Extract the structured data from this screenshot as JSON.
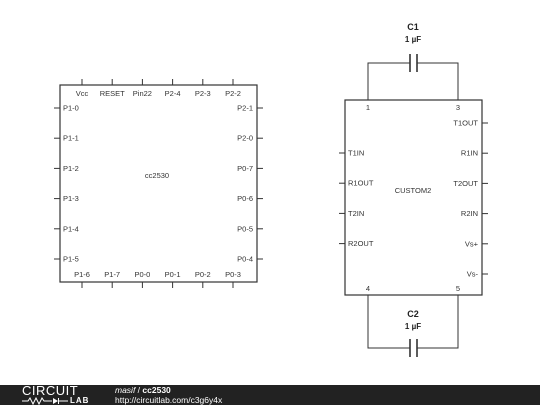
{
  "cc2530": {
    "name": "cc2530",
    "top_pins": [
      "Vcc",
      "RESET",
      "Pin22",
      "P2-4",
      "P2-3",
      "P2-2"
    ],
    "left_pins": [
      "P1-0",
      "P1-1",
      "P1-2",
      "P1-3",
      "P1-4",
      "P1-5"
    ],
    "right_pins": [
      "P2-1",
      "P2-0",
      "P0-7",
      "P0-6",
      "P0-5",
      "P0-4"
    ],
    "bottom_pins": [
      "P1-6",
      "P1-7",
      "P0-0",
      "P0-1",
      "P0-2",
      "P0-3"
    ]
  },
  "custom2": {
    "name": "CUSTOM2",
    "top_pins": [
      "1",
      "3"
    ],
    "bottom_pins": [
      "4",
      "5"
    ],
    "left_pins": [
      "T1IN",
      "R1OUT",
      "T2IN",
      "R2OUT"
    ],
    "right_pins": [
      "T1OUT",
      "R1IN",
      "T2OUT",
      "R2IN",
      "Vs+",
      "Vs-"
    ]
  },
  "c1": {
    "ref": "C1",
    "value": "1 µF"
  },
  "c2": {
    "ref": "C2",
    "value": "1 µF"
  },
  "footer": {
    "logo_top": "CIRCUIT",
    "logo_bottom": "LAB",
    "author": "masif",
    "separator": " / ",
    "title": "cc2530",
    "url": "http://circuitlab.com/c3g6y4x"
  }
}
